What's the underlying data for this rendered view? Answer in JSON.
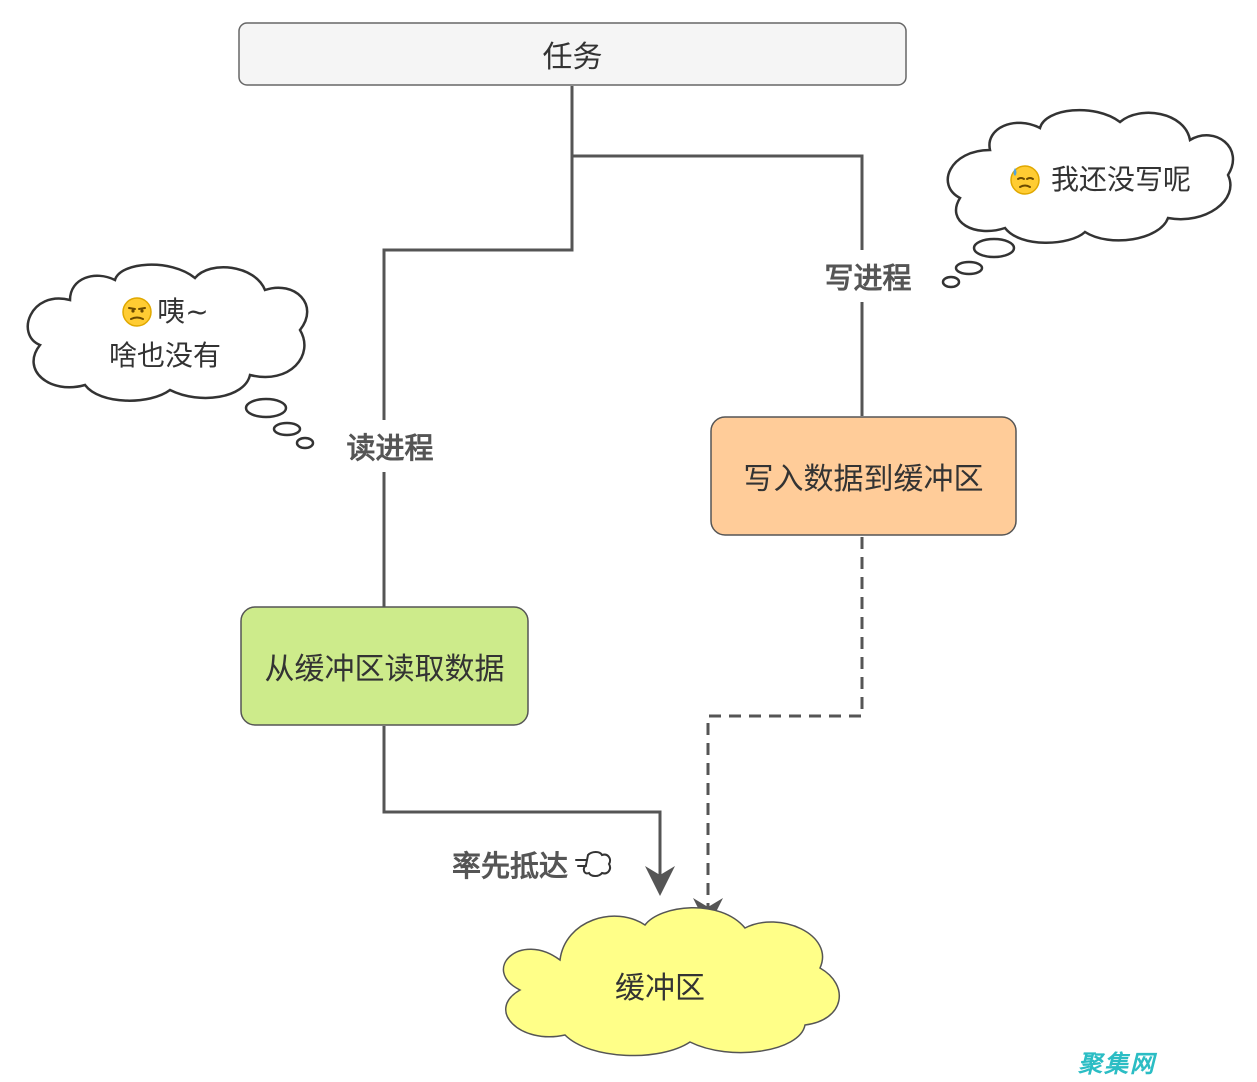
{
  "nodes": {
    "task": "任务",
    "read_from_buffer": "从缓冲区读取数据",
    "write_to_buffer": "写入数据到缓冲区",
    "buffer": "缓冲区"
  },
  "edges": {
    "read_process": "读进程",
    "write_process": "写进程",
    "arrive_first": "率先抵达"
  },
  "thoughts": {
    "reader_line1": "咦~",
    "reader_line2": "啥也没有",
    "writer": "我还没写呢"
  },
  "icons": {
    "reader_emoji": "unamused-face-icon",
    "writer_emoji": "sweat-face-icon",
    "arrive_emoji": "dash-puff-icon"
  },
  "watermark": "聚集网",
  "colors": {
    "task_fill": "#f5f5f5",
    "read_fill": "#cdeb8b",
    "write_fill": "#ffcc99",
    "buffer_fill": "#ffff88",
    "line": "#555555",
    "watermark": "#2bbdc4"
  }
}
